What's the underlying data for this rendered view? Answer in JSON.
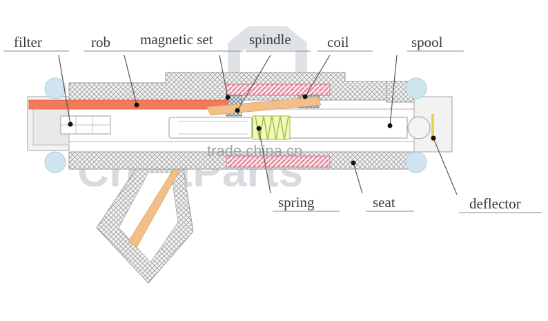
{
  "labels": {
    "filter": "filter",
    "rob": "rob",
    "magnetic_set": "magnetic set",
    "spindle": "spindle",
    "coil": "coil",
    "spool": "spool",
    "spring": "spring",
    "seat": "seat",
    "deflector": "deflector"
  },
  "watermark": {
    "brand": "CredtParts",
    "site": "trade.china.cn"
  },
  "colors": {
    "body_hatch": "#9a9a9a",
    "rod": "#f07a5a",
    "spindle": "#f2bf8a",
    "coil": "#e07a8c",
    "spring": "#c9e85a",
    "oring": "#a8cfe0"
  }
}
